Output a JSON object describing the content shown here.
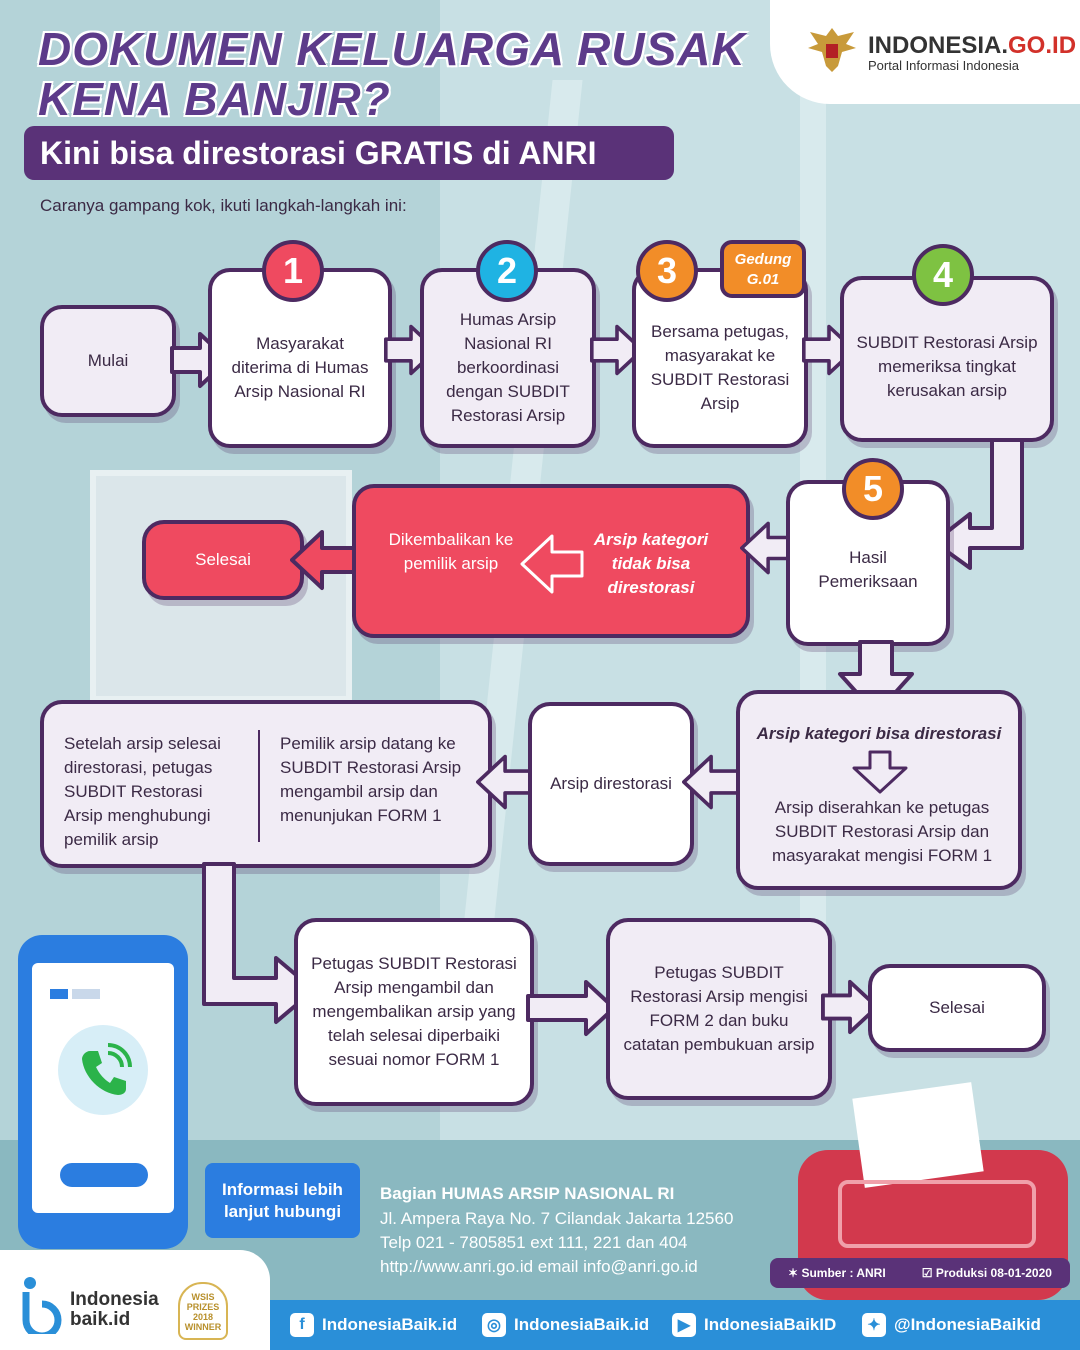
{
  "header": {
    "title_line1": "DOKUMEN KELUARGA RUSAK",
    "title_line2": "KENA BANJIR?",
    "subtitle": "Kini bisa direstorasi GRATIS di ANRI",
    "intro": "Caranya gampang kok, ikuti langkah-langkah ini:"
  },
  "portal": {
    "name_main": "INDONESIA.",
    "name_accent": "GO.ID",
    "tagline": "Portal Informasi Indonesia"
  },
  "steps": {
    "start": "Mulai",
    "s1_num": "1",
    "s1_text": "Masyarakat diterima di Humas Arsip Nasional RI",
    "s2_num": "2",
    "s2_text": "Humas Arsip Nasional RI berkoordinasi dengan SUBDIT Restorasi Arsip",
    "s3_num": "3",
    "s3_tag": "Gedung G.01",
    "s3_text": "Bersama petugas, masyarakat ke SUBDIT Restorasi Arsip",
    "s4_num": "4",
    "s4_text": "SUBDIT Restorasi Arsip memeriksa tingkat kerusakan arsip",
    "s5_num": "5",
    "s5_text": "Hasil Pemeriksaan",
    "red_left": "Dikembalikan ke pemilik arsip",
    "red_right": "Arsip kategori tidak bisa direstorasi",
    "selesai_1": "Selesai",
    "bisa_title": "Arsip kategori bisa direstorasi",
    "bisa_text": "Arsip diserahkan ke petugas SUBDIT Restorasi Arsip dan masyarakat mengisi FORM 1",
    "direstorasi": "Arsip direstorasi",
    "after_left": "Setelah arsip selesai direstorasi, petugas SUBDIT Restorasi Arsip menghubungi pemilik arsip",
    "after_right": "Pemilik arsip datang ke SUBDIT Restorasi Arsip mengambil arsip dan menunjukan FORM 1",
    "petugas_ambil": "Petugas SUBDIT Restorasi Arsip mengambil dan mengembalikan arsip yang telah selesai diperbaiki sesuai nomor FORM 1",
    "petugas_form2": "Petugas SUBDIT Restorasi Arsip mengisi FORM 2 dan buku catatan pembukuan arsip",
    "selesai_2": "Selesai"
  },
  "contact": {
    "button": "Informasi lebih lanjut hubungi",
    "org": "Bagian HUMAS ARSIP NASIONAL RI",
    "address": "Jl. Ampera Raya No. 7 Cilandak Jakarta 12560",
    "phone": "Telp 021 - 7805851 ext 111, 221 dan 404",
    "web": "http://www.anri.go.id email info@anri.go.id"
  },
  "meta": {
    "sumber": "Sumber : ANRI",
    "produksi": "Produksi 08-01-2020"
  },
  "brand": {
    "name_line1": "Indonesia",
    "name_line2": "baik.id",
    "award_line1": "WSIS",
    "award_line2": "PRIZES",
    "award_line3": "2018",
    "award_line4": "WINNER"
  },
  "social": {
    "facebook": "IndonesiaBaik.id",
    "instagram": "IndonesiaBaik.id",
    "youtube": "IndonesiaBaikID",
    "twitter": "@IndonesiaBaikid"
  },
  "colors": {
    "purple": "#4d2a61",
    "red": "#ef4a60",
    "badge1": "#ef4a60",
    "badge2": "#1fb3e3",
    "badge3": "#f28d28",
    "badge4": "#7ec242",
    "badge5": "#f28d28",
    "blue": "#2a8fd8"
  }
}
